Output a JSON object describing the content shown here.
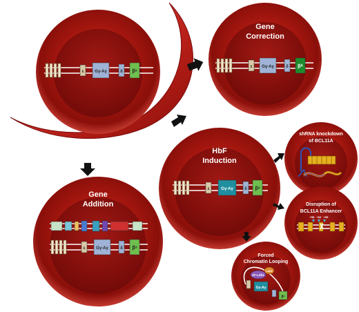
{
  "panels": {
    "gene_correction": {
      "line1": "Gene",
      "line2": "Correction"
    },
    "hbf_induction": {
      "line1": "HbF",
      "line2": "Induction"
    },
    "gene_addition": {
      "line1": "Gene",
      "line2": "Addition"
    },
    "shrna": {
      "line1": "shRNA knockdown",
      "line2": "of BCL11A"
    },
    "disruption": {
      "line1": "Disruption of",
      "line2": "BCL11A Enhancer"
    },
    "looping": {
      "line1": "Forced",
      "line2": "Chromatin Looping"
    }
  },
  "genes": {
    "epsilon": "ε",
    "gamma": "Gγ-Aγ",
    "delta": "δ",
    "beta_s": "βˢ",
    "beta_a": "βᴬ"
  },
  "looping_labels": {
    "zf": "ZF-Ldb1",
    "ldb": "Ldb1"
  },
  "enhancer_labels": [
    "+58",
    "+62",
    "+55"
  ],
  "colors": {
    "cell": "#b51e1e",
    "cell_dark": "#7a0c0c",
    "cell_light": "#d7443a",
    "epsilon_gene": "#d9c9a6",
    "gamma_gene": "#9fb3d6",
    "gamma_gene_induced": "#1f8e9e",
    "delta_gene": "#9fb3d6",
    "beta_s_gene": "#6fbf4e",
    "beta_a_gene": "#1e8c2c",
    "hairpin": "#3050b0",
    "mrna": "#d4a020"
  }
}
